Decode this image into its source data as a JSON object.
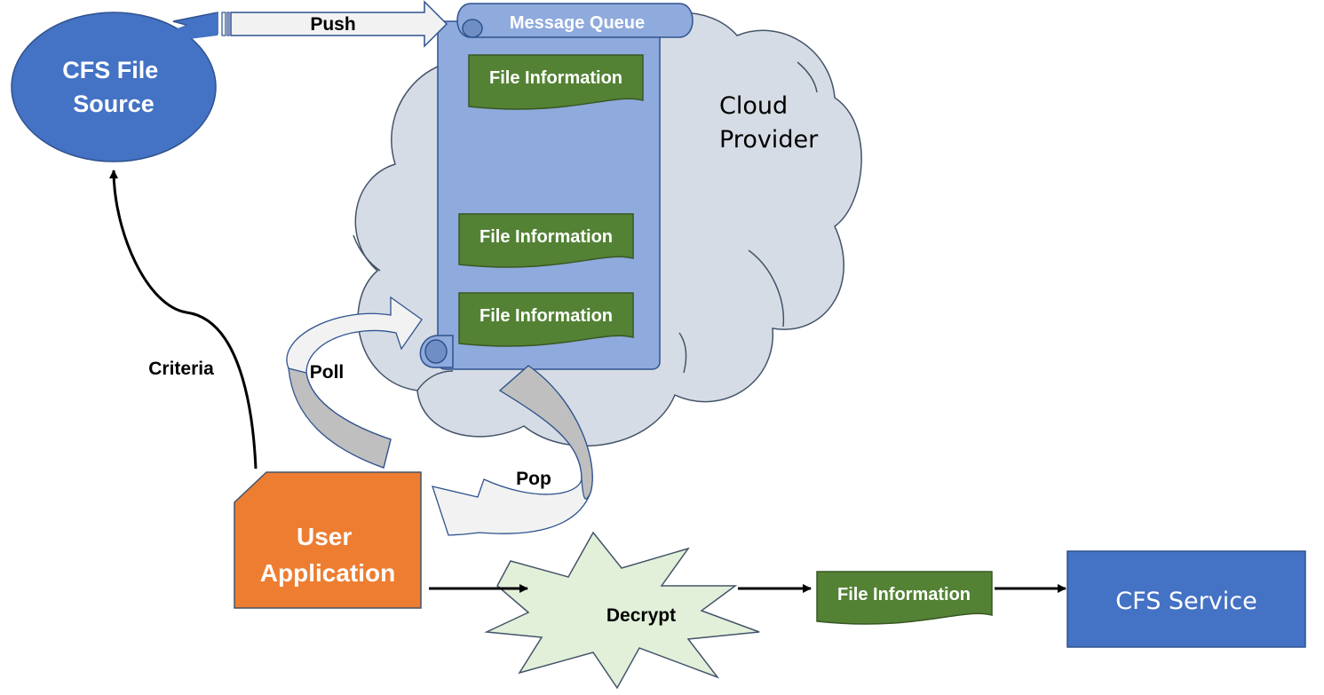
{
  "nodes": {
    "cfs_file_source": "CFS File\nSource",
    "message_queue": "Message Queue",
    "cloud_provider": "Cloud\nProvider",
    "queue_items": [
      "File Information",
      "File Information",
      "File Information"
    ],
    "user_application": "User\nApplication",
    "decrypt": "Decrypt",
    "file_information_out": "File Information",
    "cfs_service": "CFS Service"
  },
  "edges": {
    "push": "Push",
    "poll": "Poll",
    "pop": "Pop",
    "criteria": "Criteria"
  },
  "colors": {
    "cfs_blue": "#4472C4",
    "queue_fill": "#8FAADC",
    "cloud_fill": "#D6DCE5",
    "file_info_green": "#548235",
    "user_app_orange": "#ED7D31",
    "decrypt_fill": "#E2F0D9",
    "curved_arrow_fill": "#F2F2F2",
    "curved_arrow_shadow": "#BFBFBF"
  }
}
